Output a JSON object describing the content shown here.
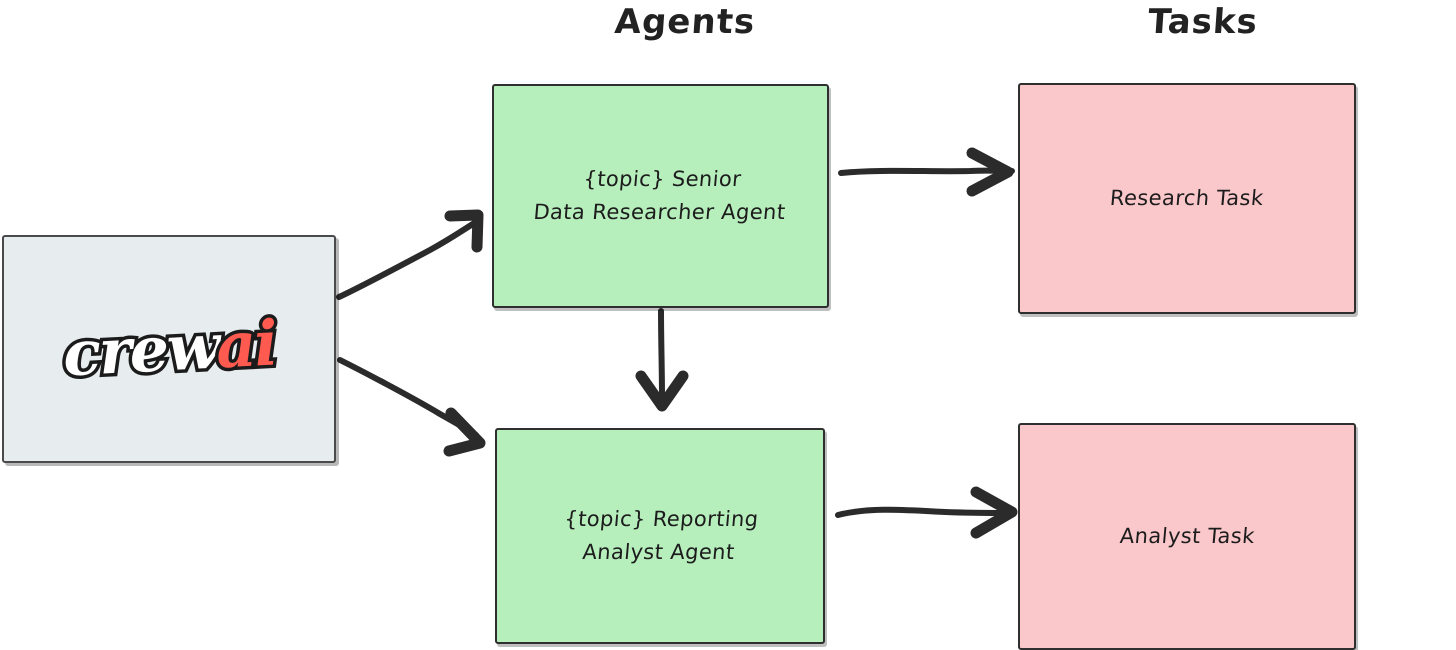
{
  "diagram": {
    "background_color": "#ffffff",
    "headers": [
      {
        "id": "agents",
        "label": "Agents"
      },
      {
        "id": "tasks",
        "label": "Tasks"
      }
    ],
    "source": {
      "name": "crewai",
      "logo_word_1": "crew",
      "logo_word_2": "ai",
      "background_color": "#e7ecef",
      "accent_color": "#ff5a50"
    },
    "agents": [
      {
        "id": "researcher",
        "label": "{topic} Senior\nData Researcher Agent",
        "color": "#b6eebc"
      },
      {
        "id": "reporter",
        "label": "{topic} Reporting\nAnalyst Agent",
        "color": "#b6eebc"
      }
    ],
    "tasks": [
      {
        "id": "research",
        "label": "Research Task",
        "color": "#fac8cb"
      },
      {
        "id": "analyst",
        "label": "Analyst Task",
        "color": "#fac8cb"
      }
    ],
    "edges": [
      {
        "id": "crewai-to-researcher",
        "from": "crewai",
        "to": "researcher",
        "style": "hand-drawn-arrow"
      },
      {
        "id": "crewai-to-reporter",
        "from": "crewai",
        "to": "reporter",
        "style": "hand-drawn-arrow"
      },
      {
        "id": "researcher-to-research-task",
        "from": "researcher",
        "to": "research",
        "style": "hand-drawn-arrow"
      },
      {
        "id": "researcher-to-reporter",
        "from": "researcher",
        "to": "reporter",
        "style": "hand-drawn-arrow"
      },
      {
        "id": "reporter-to-analyst-task",
        "from": "reporter",
        "to": "analyst",
        "style": "hand-drawn-arrow"
      }
    ]
  }
}
